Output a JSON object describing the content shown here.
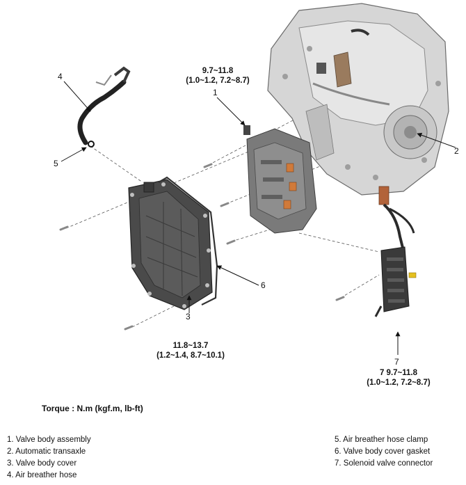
{
  "callouts": {
    "c1": "1",
    "c2": "2",
    "c3": "3",
    "c4": "4",
    "c5": "5",
    "c6": "6",
    "c7": "7"
  },
  "torques": {
    "t1_line1": "9.7~11.8",
    "t1_line2": "(1.0~1.2, 7.2~8.7)",
    "t3_line1": "11.8~13.7",
    "t3_line2": "(1.2~1.4, 8.7~10.1)",
    "t7_line1": "7 9.7~11.8",
    "t7_line2": "(1.0~1.2, 7.2~8.7)"
  },
  "torque_unit": "Torque : N.m (kgf.m, lb-ft)",
  "legend": {
    "left": [
      "1. Valve body assembly",
      "2. Automatic transaxle",
      "3. Valve body cover",
      "4. Air breather hose"
    ],
    "right": [
      "5. Air breather hose clamp",
      "6. Valve body cover gasket",
      "7. Solenoid valve connector"
    ]
  }
}
